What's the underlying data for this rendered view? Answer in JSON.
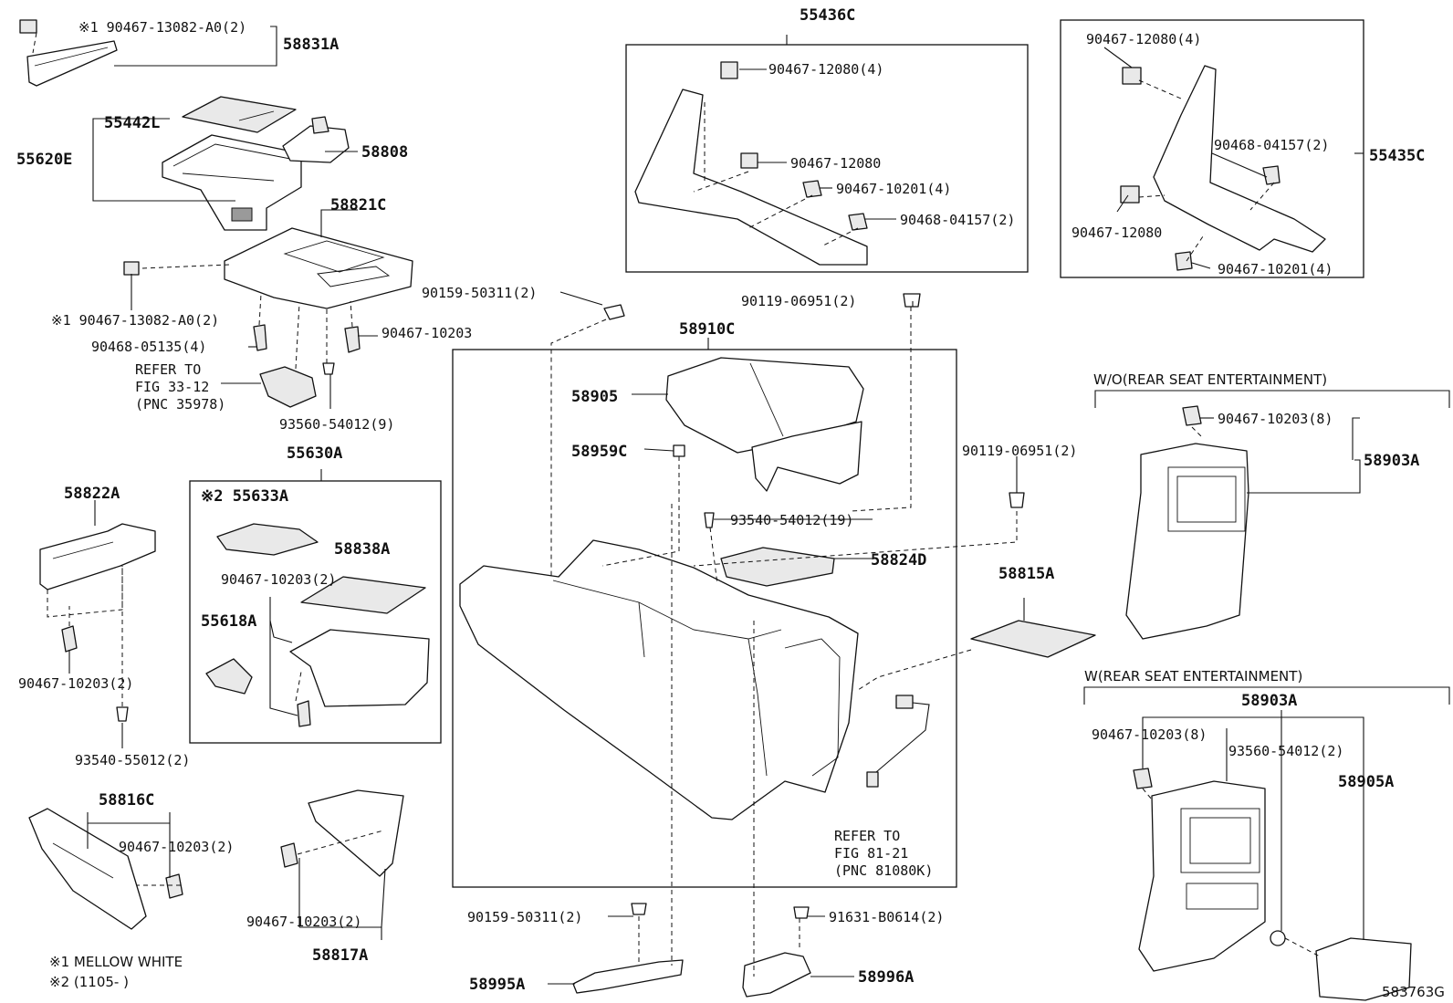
{
  "labels": {
    "l01": "※1 90467-13082-A0(2)",
    "l02": "58831A",
    "l03": "55442L",
    "l04": "55620E",
    "l05": "58808",
    "l06": "58821C",
    "l07": "※1 90467-13082-A0(2)",
    "l08": "90467-10203",
    "l09": "90468-05135(4)",
    "l10": "REFER TO",
    "l11": "FIG 33-12",
    "l12": "(PNC 35978)",
    "l13": "93560-54012(9)",
    "l14": "55630A",
    "l15": "58822A",
    "l16": "90467-10203(2)",
    "l17": "93540-55012(2)",
    "l18": "※2 55633A",
    "l19": "58838A",
    "l20": "90467-10203(2)",
    "l21": "55618A",
    "l22": "58816C",
    "l23": "90467-10203(2)",
    "l24": "90467-10203(2)",
    "l25": "58817A",
    "l26": "※1 MELLOW WHITE",
    "l27": "※2 (1105-     )",
    "l28": "55436C",
    "l29": "90467-12080(4)",
    "l30": "90467-12080",
    "l31": "90467-10201(4)",
    "l32": "90468-04157(2)",
    "l33": "90159-50311(2)",
    "l34": "90119-06951(2)",
    "l35": "58910C",
    "l36": "58905",
    "l37": "58959C",
    "l38": "93540-54012(19)",
    "l39": "58824D",
    "l40": "90119-06951(2)",
    "l41": "58815A",
    "l42": "REFER TO",
    "l43": "FIG 81-21",
    "l44": "(PNC 81080K)",
    "l45": "90159-50311(2)",
    "l46": "58995A",
    "l47": "91631-B0614(2)",
    "l48": "58996A",
    "l49": "90467-12080(4)",
    "l50": "90468-04157(2)",
    "l51": "55435C",
    "l52": "90467-12080",
    "l53": "90467-10201(4)",
    "l54": "W/O(REAR SEAT ENTERTAINMENT)",
    "l55": "90467-10203(8)",
    "l56": "58903A",
    "l57": "W(REAR SEAT ENTERTAINMENT)",
    "l58": "58903A",
    "l59": "90467-10203(8)",
    "l60": "93560-54012(2)",
    "l61": "58905A",
    "l62": "583763G"
  }
}
